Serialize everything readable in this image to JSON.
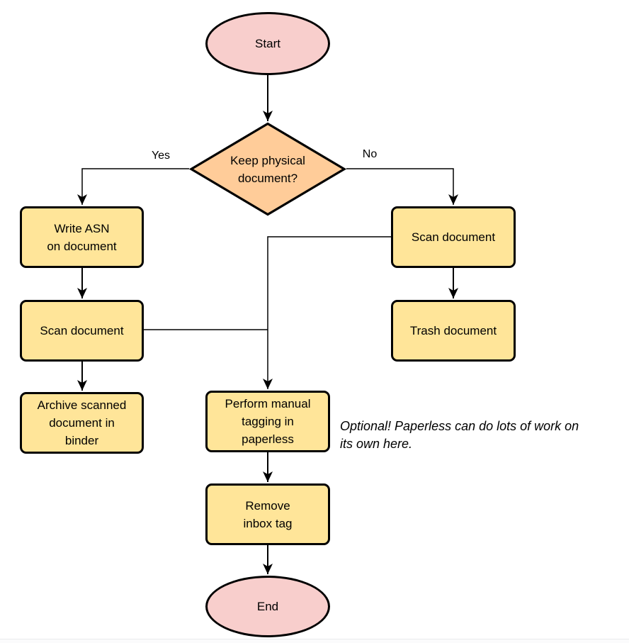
{
  "diagram": {
    "nodes": {
      "start": {
        "type": "terminal",
        "label": "Start"
      },
      "decision": {
        "type": "decision",
        "label": "Keep physical\ndocument?"
      },
      "write_asn": {
        "type": "process",
        "label": "Write ASN\non document"
      },
      "scan_left": {
        "type": "process",
        "label": "Scan document"
      },
      "archive": {
        "type": "process",
        "label": "Archive scanned\ndocument in\nbinder"
      },
      "scan_right": {
        "type": "process",
        "label": "Scan document"
      },
      "trash": {
        "type": "process",
        "label": "Trash document"
      },
      "tagging": {
        "type": "process",
        "label": "Perform manual\ntagging in\npaperless"
      },
      "remove_inbox": {
        "type": "process",
        "label": "Remove\ninbox tag"
      },
      "end": {
        "type": "terminal",
        "label": "End"
      }
    },
    "edge_labels": {
      "yes": "Yes",
      "no": "No"
    },
    "note": "Optional! Paperless can do lots of work on\nits own here.",
    "colors": {
      "terminal_fill": "#F8CECC",
      "decision_fill": "#FFCC99",
      "process_fill": "#FFE599",
      "stroke": "#000000"
    }
  }
}
